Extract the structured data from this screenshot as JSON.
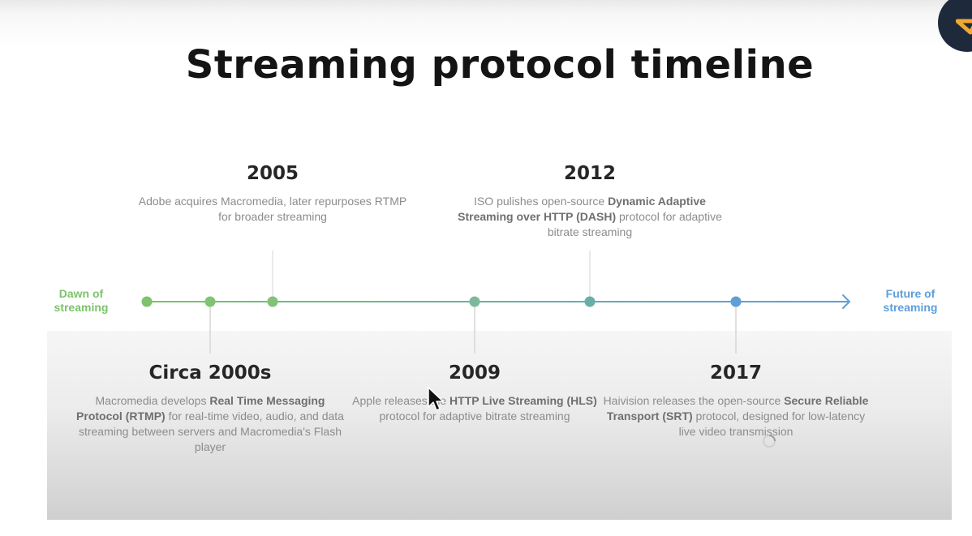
{
  "title": "Streaming protocol timeline",
  "start_label": "Dawn of streaming",
  "end_label": "Future of streaming",
  "colors": {
    "start": "#7cc36b",
    "mid": "#69b0a2",
    "end": "#5c9fdc"
  },
  "events_above": [
    {
      "year": "2005",
      "description_parts": [
        {
          "text": "Adobe acquires Macromedia, later repurposes RTMP for broader streaming",
          "bold": false
        }
      ]
    },
    {
      "year": "2012",
      "description_parts": [
        {
          "text": "ISO pulishes open-source ",
          "bold": false
        },
        {
          "text": "Dynamic Adaptive Streaming over HTTP (DASH)",
          "bold": true
        },
        {
          "text": " protocol for adaptive bitrate streaming",
          "bold": false
        }
      ]
    }
  ],
  "events_below": [
    {
      "year": "Circa 2000s",
      "description_parts": [
        {
          "text": "Macromedia develops ",
          "bold": false
        },
        {
          "text": "Real Time Messaging Protocol (RTMP)",
          "bold": true
        },
        {
          "text": " for real-time video, audio, and data streaming between servers and Macromedia's Flash player",
          "bold": false
        }
      ]
    },
    {
      "year": "2009",
      "description_parts": [
        {
          "text": "Apple releases the ",
          "bold": false
        },
        {
          "text": "HTTP Live Streaming (HLS)",
          "bold": true
        },
        {
          "text": " protocol for adaptive bitrate streaming",
          "bold": false
        }
      ]
    },
    {
      "year": "2017",
      "description_parts": [
        {
          "text": "Haivision releases the open-source ",
          "bold": false
        },
        {
          "text": "Secure Reliable Transport (SRT)",
          "bold": true
        },
        {
          "text": " protocol, designed for low-latency live video transmission",
          "bold": false
        }
      ]
    }
  ],
  "icons": {
    "brand_logo": "brand-logo-icon",
    "mouse_pointer": "mouse-pointer-icon",
    "busy_cursor": "busy-cursor-icon"
  }
}
